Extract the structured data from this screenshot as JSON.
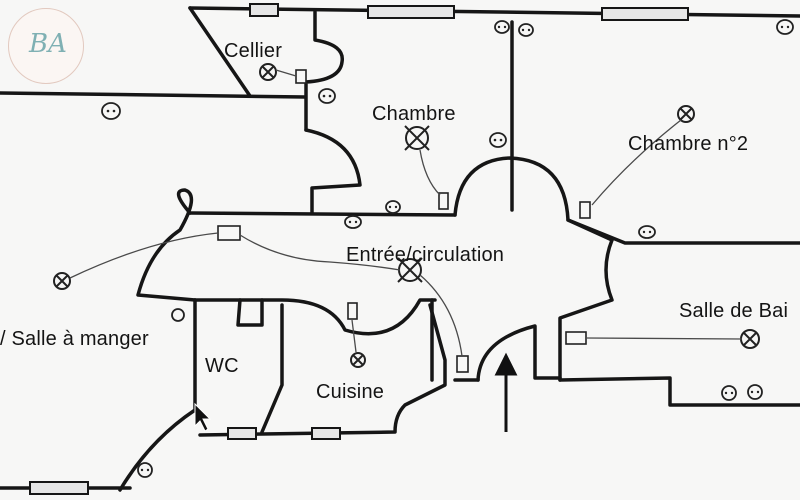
{
  "logo": {
    "monogram": "BA",
    "color_primary": "#7fb0b3",
    "color_ring": "#e2c9bf"
  },
  "rooms": {
    "cellier": "Cellier",
    "chambre": "Chambre",
    "chambre2": "Chambre n°2",
    "entree": "Entrée/circulation",
    "salle_de_bain": "Salle de Bai",
    "salle_a_manger": "/ Salle à manger",
    "wc": "WC",
    "cuisine": "Cuisine"
  },
  "colors": {
    "wall": "#161616",
    "wire": "#4a4a4a",
    "background": "#f7f7f6"
  },
  "symbols": {
    "ceiling_light": "ceiling-light-icon",
    "socket": "socket-icon",
    "switch": "switch-icon",
    "window": "window-icon",
    "entry_arrow": "arrow-up-icon"
  }
}
